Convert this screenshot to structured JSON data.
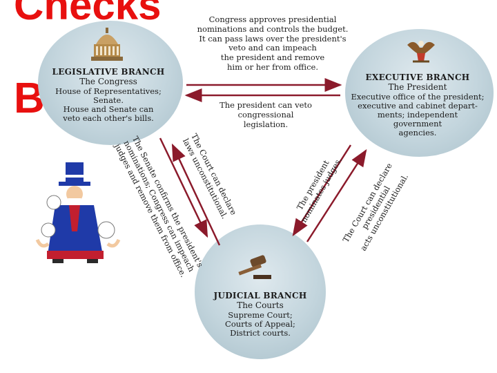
{
  "slide": {
    "title_line1": "Checks",
    "title_line2": "B"
  },
  "colors": {
    "title": "#e8100f",
    "arrow": "#8b1a2b",
    "circle": "#c3d5dd"
  },
  "legislative": {
    "heading": "LEGISLATIVE BRANCH",
    "line1": "The Congress",
    "line2": "House of Representatives;",
    "line3": "Senate.",
    "line4": "House and Senate can",
    "line5": "veto each other's bills."
  },
  "executive": {
    "heading": "EXECUTIVE BRANCH",
    "line1": "The President",
    "line2": "Executive office of the president;",
    "line3": "executive and cabinet depart-",
    "line4": "ments; independent",
    "line5": "government",
    "line6": "agencies."
  },
  "judicial": {
    "heading": "JUDICIAL BRANCH",
    "line1": "The Courts",
    "line2": "Supreme Court;",
    "line3": "Courts of Appeal;",
    "line4": "District courts."
  },
  "checks": {
    "congress_over_president": {
      "l1": "Congress approves presidential",
      "l2": "nominations and controls the budget.",
      "l3": "It can pass laws over the president's",
      "l4": "veto and can impeach",
      "l5": "the president and remove",
      "l6": "him or her from office."
    },
    "president_over_congress": {
      "l1": "The president can veto",
      "l2": "congressional",
      "l3": "legislation."
    },
    "senate_over_courts": {
      "l1": "The Senate confirms the president's",
      "l2": "nominations; Congress can impeach",
      "l3": "judges and remove them from office."
    },
    "court_over_congress": {
      "l1": "The Court can declare",
      "l2": "laws unconstitutional."
    },
    "president_over_courts": {
      "l1": "The president",
      "l2": "nominates judges."
    },
    "court_over_president": {
      "l1": "The Court can declare",
      "l2": "presidential",
      "l3": "acts unconstitutional."
    }
  },
  "icons": {
    "capitol": "capitol-dome-icon",
    "eagle": "presidential-eagle-icon",
    "gavel": "gavel-icon",
    "uncle_sam": "uncle-sam-illustration"
  }
}
